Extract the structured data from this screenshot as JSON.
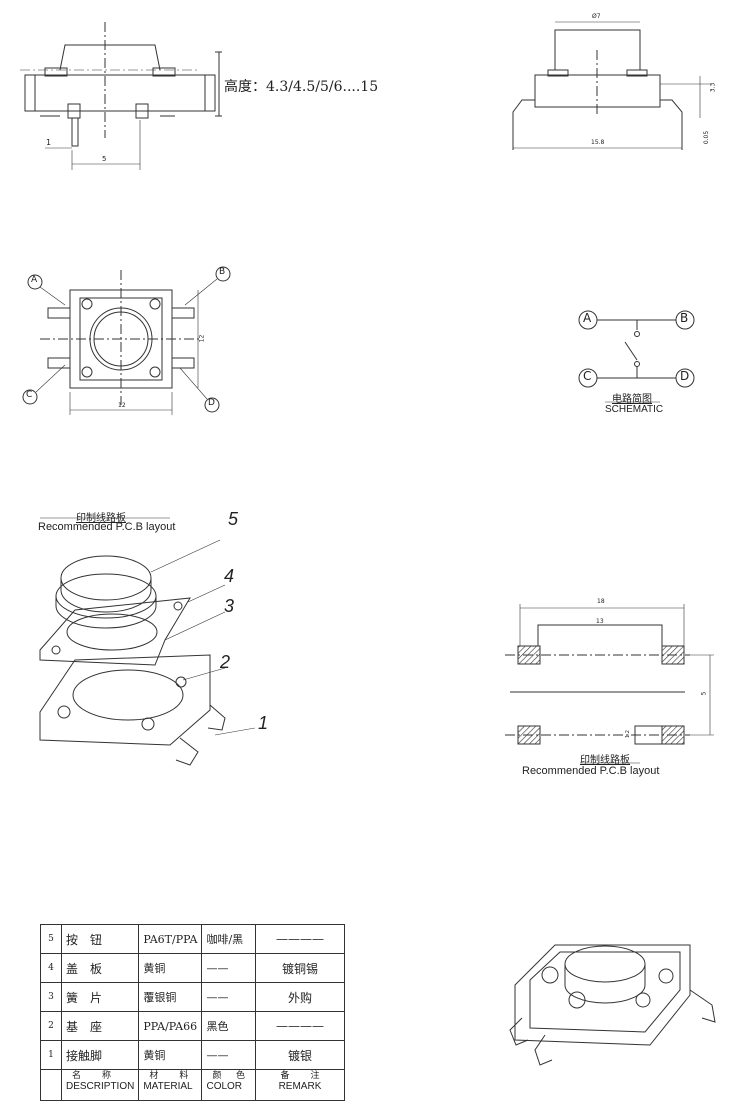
{
  "side_view": {
    "height_note": "高度：4.3/4.5/5/6....15",
    "dim_pitch": "5",
    "dim_lead": "1"
  },
  "smd_side_view": {
    "dim_cap": "Ø7",
    "dim_body_height": "3.3",
    "dim_length": "15.8",
    "dim_lead_thickness": "0.05"
  },
  "top_view": {
    "terminals": [
      "A",
      "B",
      "C",
      "D"
    ],
    "dim_width": "12",
    "dim_height": "12"
  },
  "schematic": {
    "nodes": [
      "A",
      "B",
      "C",
      "D"
    ],
    "title_zh": "电路简图",
    "title_en": "SCHEMATIC"
  },
  "exploded_view": {
    "title_zh": "印制线路板",
    "title_en": "Recommended P.C.B layout",
    "callouts": [
      "5",
      "4",
      "3",
      "2",
      "1"
    ]
  },
  "pcb_layout": {
    "dim_outer": "18",
    "dim_inner": "13",
    "dim_vertical": "5",
    "dim_pad": "1.2",
    "title_zh": "印制线路板",
    "title_en": "Recommended P.C.B layout"
  },
  "bom": {
    "rows": [
      {
        "no": "5",
        "desc": "按　钮",
        "material": "PA6T/PPA",
        "color": "咖啡/黑",
        "remark": "————"
      },
      {
        "no": "4",
        "desc": "盖　板",
        "material": "黄铜",
        "color": "——",
        "remark": "镀铜锡"
      },
      {
        "no": "3",
        "desc": "簧　片",
        "material": "覆银铜",
        "color": "——",
        "remark": "外购"
      },
      {
        "no": "2",
        "desc": "基　座",
        "material": "PPA/PA66",
        "color": "黑色",
        "remark": "————"
      },
      {
        "no": "1",
        "desc": "接触脚",
        "material": "黄铜",
        "color": "——",
        "remark": "镀银"
      }
    ],
    "header": {
      "desc_zh": "名　称",
      "desc_en": "DESCRIPTION",
      "material_zh": "材　料",
      "material_en": "MATERIAL",
      "color_zh": "颜 色",
      "color_en": "COLOR",
      "remark_zh": "备　注",
      "remark_en": "REMARK"
    }
  }
}
